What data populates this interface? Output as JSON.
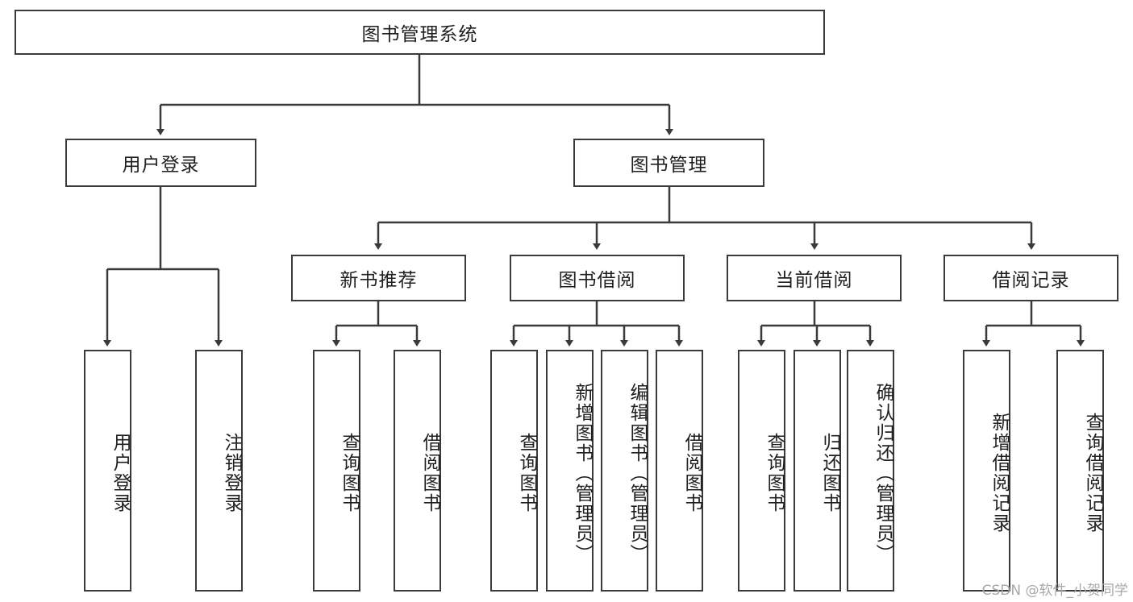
{
  "diagram": {
    "title": "图书管理系统",
    "type": "hierarchy-tree",
    "root": {
      "label": "图书管理系统"
    },
    "level2": [
      {
        "label": "用户登录"
      },
      {
        "label": "图书管理"
      }
    ],
    "level3": [
      {
        "label": "新书推荐"
      },
      {
        "label": "图书借阅"
      },
      {
        "label": "当前借阅"
      },
      {
        "label": "借阅记录"
      }
    ],
    "leaves": {
      "user_login": [
        {
          "label": "用户登录"
        },
        {
          "label": "注销登录"
        }
      ],
      "new_book_recommend": [
        {
          "label": "查询图书"
        },
        {
          "label": "借阅图书"
        }
      ],
      "book_borrow": [
        {
          "label": "查询图书"
        },
        {
          "label": "新增图书（管理员）"
        },
        {
          "label": "编辑图书（管理员）"
        },
        {
          "label": "借阅图书"
        }
      ],
      "current_borrow": [
        {
          "label": "查询图书"
        },
        {
          "label": "归还图书"
        },
        {
          "label": "确认归还（管理员）"
        }
      ],
      "borrow_record": [
        {
          "label": "新增借阅记录"
        },
        {
          "label": "查询借阅记录"
        }
      ]
    }
  },
  "watermark": {
    "text": "CSDN @软件_小贺同学"
  },
  "colors": {
    "box_border": "#3a3a3a",
    "box_fill": "#ffffff",
    "line": "#3a3a3a",
    "text": "#1f1f1f",
    "watermark": "#a8a8a8"
  }
}
